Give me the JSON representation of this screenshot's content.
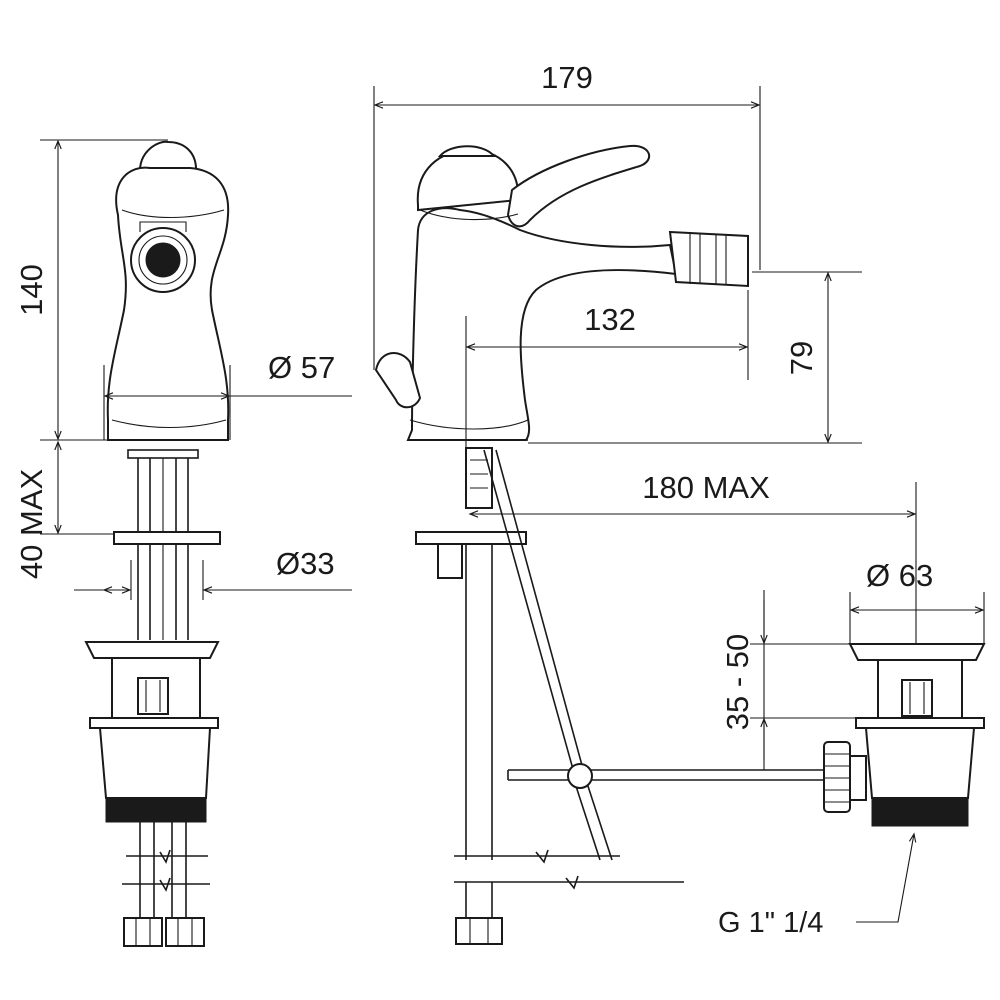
{
  "dimensions": {
    "overall_length": "179",
    "spout_reach": "132",
    "spout_height": "79",
    "overall_height": "140",
    "base_diameter": "Ø 57",
    "deck_thickness": "40 MAX",
    "hole_diameter": "Ø33",
    "rod_length": "180 MAX",
    "waste_diameter": "Ø 63",
    "waste_depth": "35 - 50",
    "waste_thread": "G 1\" 1/4"
  }
}
